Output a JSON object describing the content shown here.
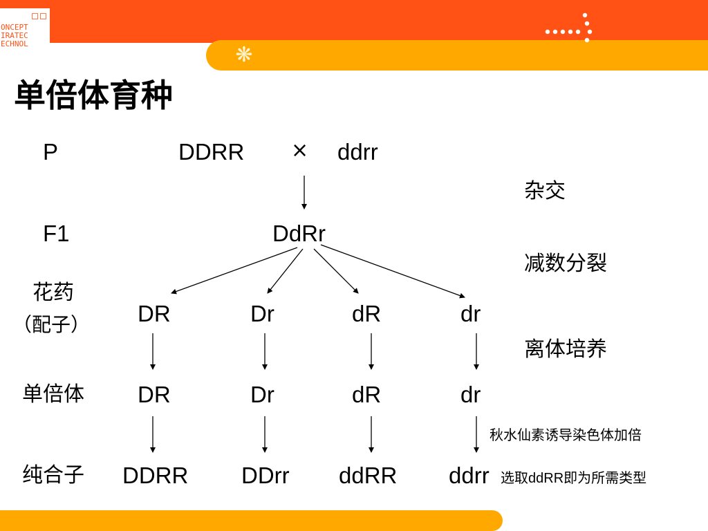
{
  "header": {
    "logo_lines": [
      "ONCEPT",
      "IRATEC",
      "ECHNOL"
    ],
    "colors": {
      "primary": "#ff5214",
      "secondary": "#ffa800"
    }
  },
  "slide": {
    "title": "单倍体育种",
    "parents": {
      "row_label": "P",
      "female": "DDRR",
      "cross_symbol": "×",
      "male": "ddrr"
    },
    "f1": {
      "row_label": "F1",
      "genotype": "DdRr"
    },
    "gametes": {
      "label_line1": "花药",
      "label_line2": "（配子）",
      "items": [
        "DR",
        "Dr",
        "dR",
        "dr"
      ]
    },
    "haploids": {
      "label": "单倍体",
      "items": [
        "DR",
        "Dr",
        "dR",
        "dr"
      ]
    },
    "homozygotes": {
      "label": "纯合子",
      "items": [
        "DDRR",
        "DDrr",
        "ddRR",
        "ddrr"
      ]
    },
    "process_steps": {
      "hybridization": "杂交",
      "meiosis": "减数分裂",
      "anther_culture": "离体培养",
      "colchicine": "秋水仙素诱导染色体加倍"
    },
    "selection_note": {
      "prefix": "选取",
      "gene": "ddRR",
      "suffix": "即为所需类型"
    }
  }
}
